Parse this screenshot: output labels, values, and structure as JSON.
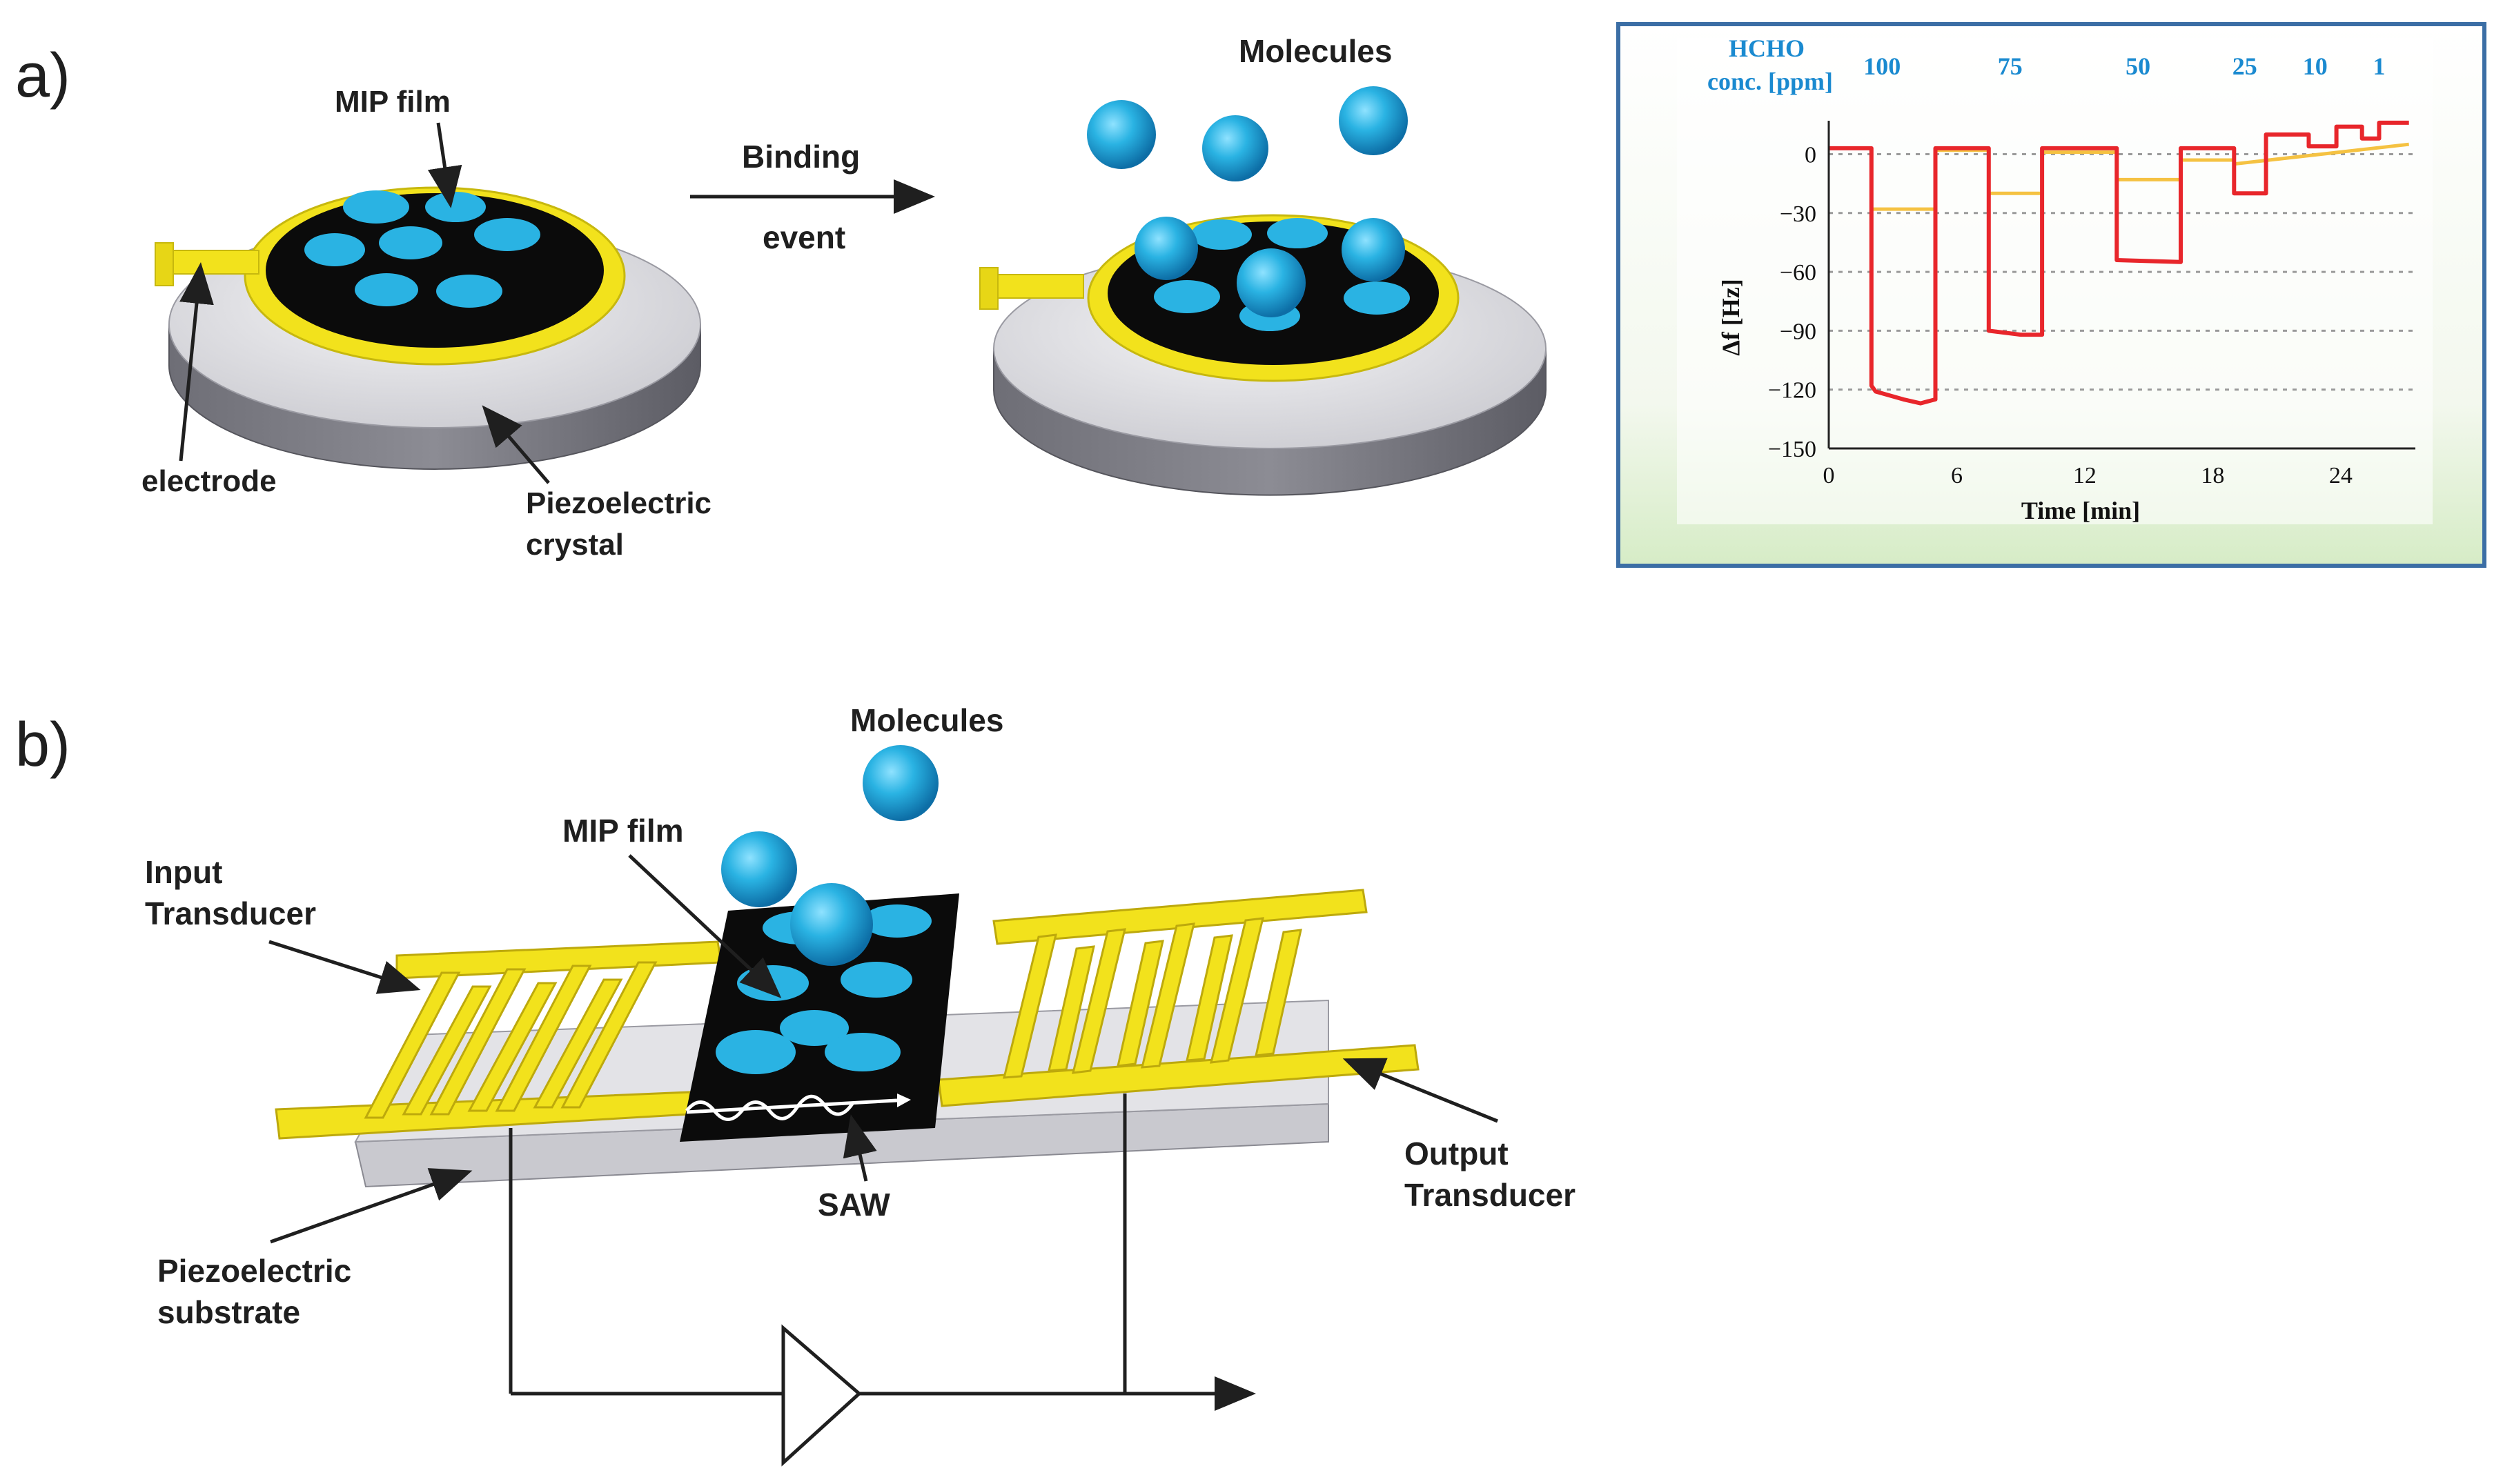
{
  "panel_a": {
    "label": "a)",
    "mip_film": "MIP film",
    "electrode": "electrode",
    "crystal_line1": "Piezoelectric",
    "crystal_line2": "crystal",
    "binding": "Binding",
    "event": "event",
    "molecules": "Molecules"
  },
  "panel_b": {
    "label": "b)",
    "molecules": "Molecules",
    "mip_film": "MIP film",
    "input_line1": "Input",
    "input_line2": "Transducer",
    "output_line1": "Output",
    "output_line2": "Transducer",
    "saw": "SAW",
    "substrate_line1": "Piezoelectric",
    "substrate_line2": "substrate"
  },
  "colors": {
    "gold": "#f2e21c",
    "cyan": "#2ab3e3",
    "red_trace": "#e8262b",
    "yellow_trace": "#f5c242",
    "inset_header": "#1a8ad0"
  },
  "chart_data": {
    "type": "line",
    "title": "",
    "conc_header_line1": "HCHO",
    "conc_header_line2": "conc. [ppm]",
    "concentrations": [
      {
        "label": "100",
        "x": 2.5
      },
      {
        "label": "75",
        "x": 8.5
      },
      {
        "label": "50",
        "x": 14.5
      },
      {
        "label": "25",
        "x": 19.5
      },
      {
        "label": "10",
        "x": 22.8
      },
      {
        "label": "1",
        "x": 25.8
      }
    ],
    "xlabel": "Time [min]",
    "ylabel": "Δf [Hz]",
    "xlim": [
      0,
      27.5
    ],
    "ylim": [
      -150,
      10
    ],
    "xticks": [
      0,
      6,
      12,
      18,
      24
    ],
    "yticks": [
      0,
      -30,
      -60,
      -90,
      -120,
      -150
    ],
    "ytick_labels": [
      "0",
      "−30",
      "−60",
      "−90",
      "−120",
      "−150"
    ],
    "grid": "horizontal dotted",
    "series": [
      {
        "color": "#e8262b",
        "x": [
          0,
          2,
          2,
          2.2,
          3.5,
          4.3,
          5,
          5,
          7.5,
          7.5,
          9,
          10,
          10,
          13.5,
          13.5,
          16.5,
          16.5,
          19,
          19,
          20.5,
          20.5,
          22.5,
          22.5,
          23.8,
          23.8,
          25,
          25,
          25.8,
          25.8,
          27.2
        ],
        "y": [
          3,
          3,
          -118,
          -121,
          -125,
          -127,
          -125,
          3,
          3,
          -90,
          -92,
          -92,
          3,
          3,
          -54,
          -55,
          3,
          3,
          -20,
          -20,
          10,
          10,
          4,
          4,
          14,
          14,
          8,
          8,
          16,
          16
        ]
      },
      {
        "color": "#f5c242",
        "x": [
          0,
          2,
          2,
          5,
          5,
          7.5,
          7.5,
          10,
          10,
          13.5,
          13.5,
          16.5,
          16.5,
          19,
          19,
          27.2
        ],
        "y": [
          3,
          3,
          -28,
          -28,
          2,
          2,
          -20,
          -20,
          1,
          1,
          -13,
          -13,
          -3,
          -3,
          -5,
          5
        ]
      }
    ]
  }
}
